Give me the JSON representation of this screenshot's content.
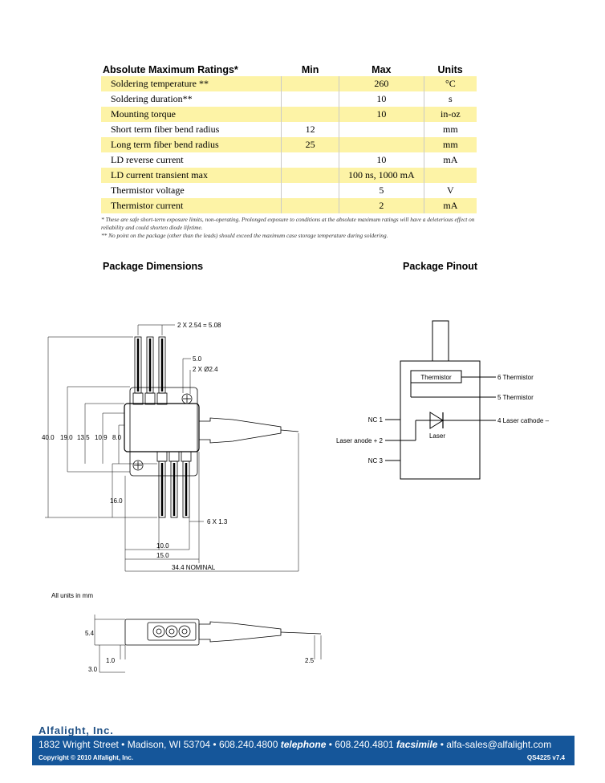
{
  "ratings": {
    "headers": [
      "Absolute Maximum Ratings*",
      "Min",
      "Max",
      "Units"
    ],
    "rows": [
      [
        "Soldering temperature **",
        "",
        "260",
        "°C"
      ],
      [
        "Soldering duration**",
        "",
        "10",
        "s"
      ],
      [
        "Mounting torque",
        "",
        "10",
        "in-oz"
      ],
      [
        "Short term fiber bend radius",
        "12",
        "",
        "mm"
      ],
      [
        "Long term fiber bend radius",
        "25",
        "",
        "mm"
      ],
      [
        "LD reverse current",
        "",
        "10",
        "mA"
      ],
      [
        "LD current transient max",
        "",
        "100 ns, 1000 mA",
        ""
      ],
      [
        "Thermistor voltage",
        "",
        "5",
        "V"
      ],
      [
        "Thermistor current",
        "",
        "2",
        "mA"
      ]
    ],
    "note1": "* These are safe short-term exposure limits, non-operating. Prolonged exposure to conditions at the absolute maximum ratings will have a deleterious effect on reliability and could shorten diode lifetime.",
    "note2": "** No point on the package (other than the leads) should exceed the maximum case storage temperature during soldering."
  },
  "headings": {
    "dimensions": "Package Dimensions",
    "pinout": "Package Pinout"
  },
  "dimensions": {
    "pitch": "2 X 2.54 = 5.08",
    "d5": "5.0",
    "holes": "2 X Ø2.4",
    "v400": "40.0",
    "v190": "19.0",
    "v135": "13.5",
    "v109": "10.9",
    "v80": "8.0",
    "v160": "16.0",
    "pins": "6 X 1.3",
    "h100": "10.0",
    "h150": "15.0",
    "h344": "34.4 NOMINAL",
    "side54": "5.4",
    "side10": "1.0",
    "side30": "3.0",
    "side25": "2.5",
    "units_note": "All units in mm"
  },
  "pinout": {
    "thermistor_box": "Thermistor",
    "pin6": "6  Thermistor",
    "pin5": "5  Thermistor",
    "pin4": "4  Laser cathode –",
    "pin1": "NC  1",
    "pin2": "Laser anode +  2",
    "pin3": "NC  3",
    "laser": "Laser"
  },
  "footer": {
    "logo": "Alfalight, Inc.",
    "address": "1832 Wright Street • Madison, WI 53704 • 608.240.4800",
    "telephone": "telephone",
    "fax_part": "• 608.240.4801",
    "facsimile": "facsimile",
    "email_part": "• alfa-sales@alfalight.com",
    "copyright": "Copyright © 2010 Alfalight, Inc.",
    "version": "QS4225 v7.4"
  }
}
